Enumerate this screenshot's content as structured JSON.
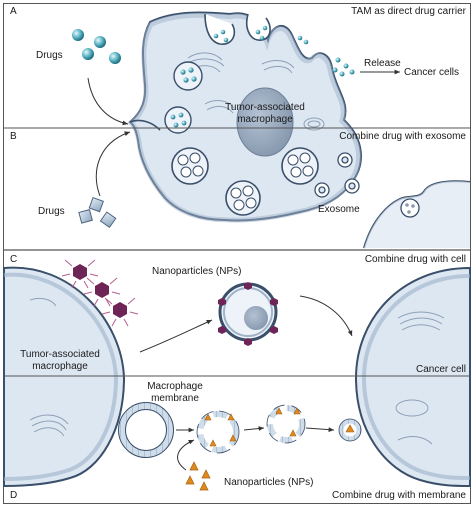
{
  "panels": {
    "a": {
      "letter": "A",
      "title": "TAM as direct drug carrier"
    },
    "b": {
      "letter": "B",
      "title": "Combine drug with exosome"
    },
    "c": {
      "letter": "C",
      "title": "Combine drug with cell"
    },
    "d": {
      "letter": "D",
      "title": "Combine drug with membrane"
    }
  },
  "labels": {
    "drugs_a": "Drugs",
    "drugs_b": "Drugs",
    "release": "Release",
    "cancer_cells": "Cancer cells",
    "tam_line1": "Tumor-associated",
    "tam_line2": "macrophage",
    "exosome": "Exosome",
    "nps_c": "Nanoparticles (NPs)",
    "tam_c_line1": "Tumor-associated",
    "tam_c_line2": "macrophage",
    "cancer_cell": "Cancer cell",
    "membrane_line1": "Macrophage",
    "membrane_line2": "membrane",
    "nps_d": "Nanoparticles (NPs)"
  },
  "colors": {
    "cell_fill": "#dde7f2",
    "cell_stroke": "#3a4f6a",
    "nucleus": "#9aabc0",
    "drug_teal": "#2f8ea0",
    "np_purple": "#6e2457",
    "np_orange": "#e08a1e",
    "divider": "#555555"
  }
}
